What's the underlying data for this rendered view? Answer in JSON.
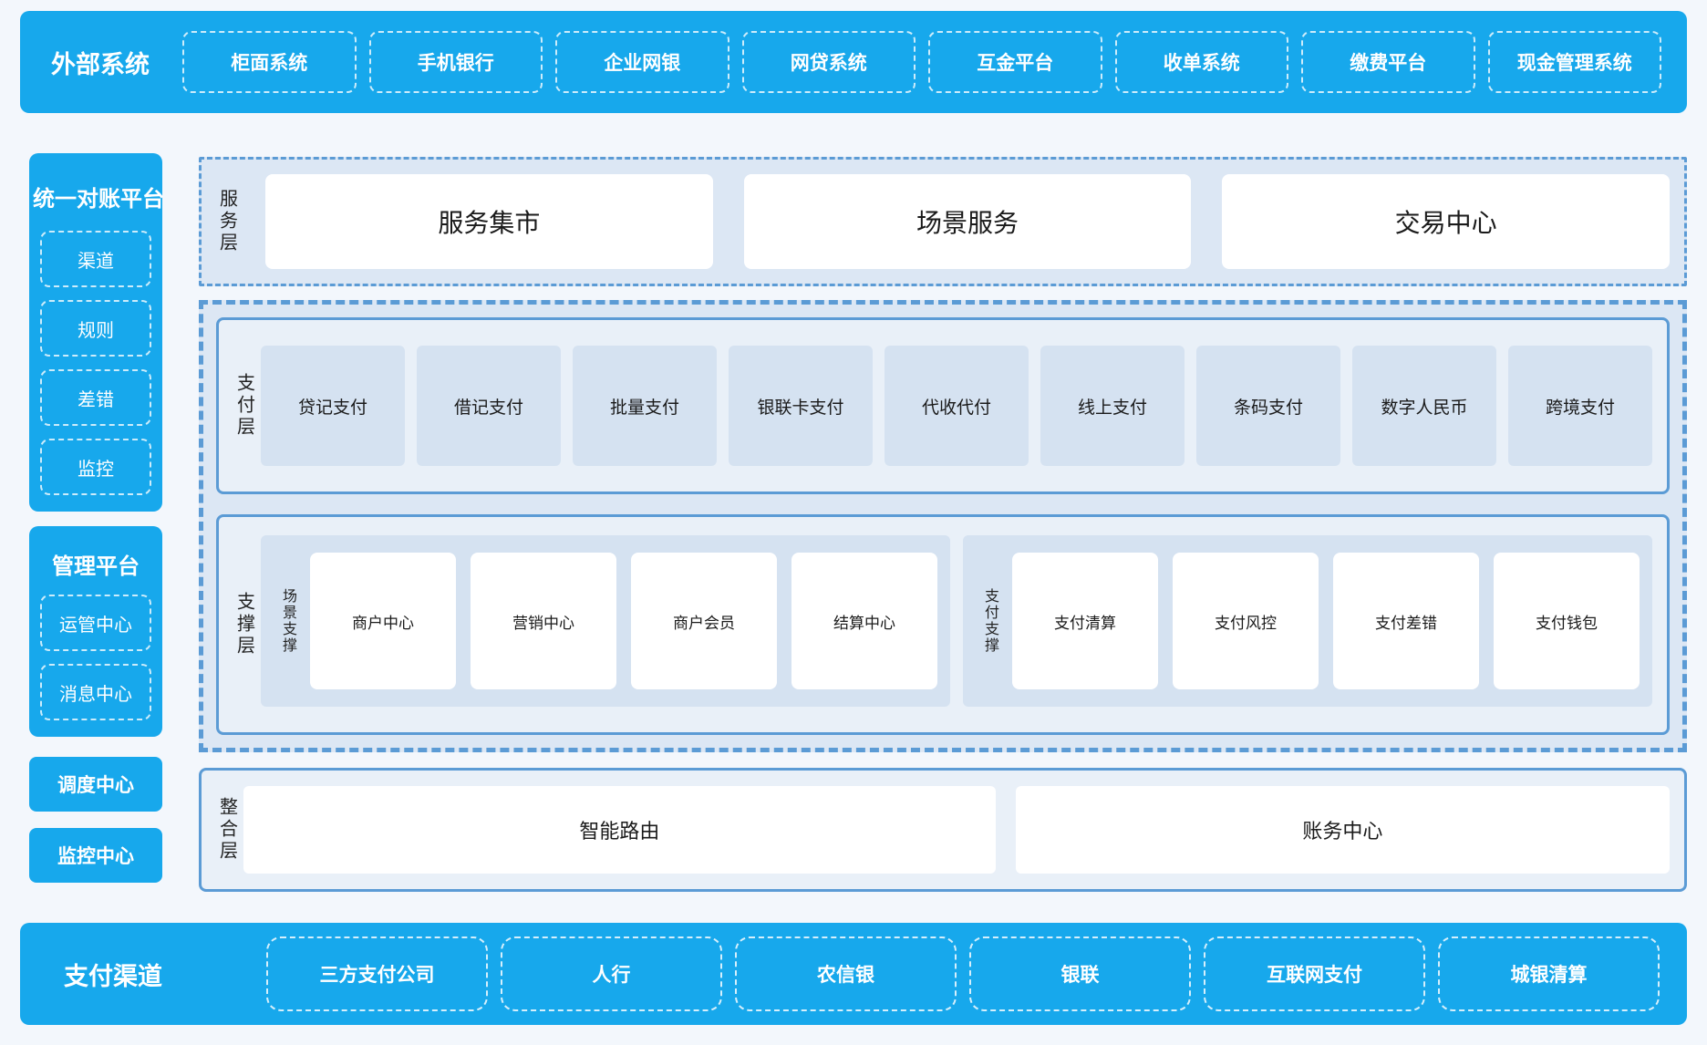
{
  "colors": {
    "primary_blue": "#17A8EC",
    "panel_border_blue": "#5B9BD5",
    "section_bg": "#DCE7F4",
    "panel_bg": "#E9F0F8",
    "tile_bg": "#D5E2F1",
    "page_bg": "#F3F7FC",
    "text_dark": "#1A1A1A",
    "text_white": "#FFFFFF"
  },
  "top_bar": {
    "title": "外部系统",
    "items": [
      "柜面系统",
      "手机银行",
      "企业网银",
      "网贷系统",
      "互金平台",
      "收单系统",
      "缴费平台",
      "现金管理系统"
    ]
  },
  "sidebar": {
    "recon_platform": {
      "title": "统一对账平台",
      "items": [
        "渠道",
        "规则",
        "差错",
        "监控"
      ]
    },
    "management_platform": {
      "title": "管理平台",
      "items": [
        "运管中心",
        "消息中心"
      ]
    },
    "standalone_blocks": [
      "调度中心",
      "监控中心"
    ]
  },
  "service_layer": {
    "label": "服务层",
    "items": [
      "服务集市",
      "场景服务",
      "交易中心"
    ]
  },
  "payment_layer": {
    "label": "支付层",
    "items": [
      "贷记支付",
      "借记支付",
      "批量支付",
      "银联卡支付",
      "代收代付",
      "线上支付",
      "条码支付",
      "数字人民币",
      "跨境支付"
    ]
  },
  "support_layer": {
    "label": "支撑层",
    "groups": [
      {
        "label": "场景支撑",
        "items": [
          "商户中心",
          "营销中心",
          "商户会员",
          "结算中心"
        ]
      },
      {
        "label": "支付支撑",
        "items": [
          "支付清算",
          "支付风控",
          "支付差错",
          "支付钱包"
        ]
      }
    ]
  },
  "integration_layer": {
    "label": "整合层",
    "items": [
      "智能路由",
      "账务中心"
    ]
  },
  "bottom_bar": {
    "title": "支付渠道",
    "items": [
      "三方支付公司",
      "人行",
      "农信银",
      "银联",
      "互联网支付",
      "城银清算"
    ]
  }
}
